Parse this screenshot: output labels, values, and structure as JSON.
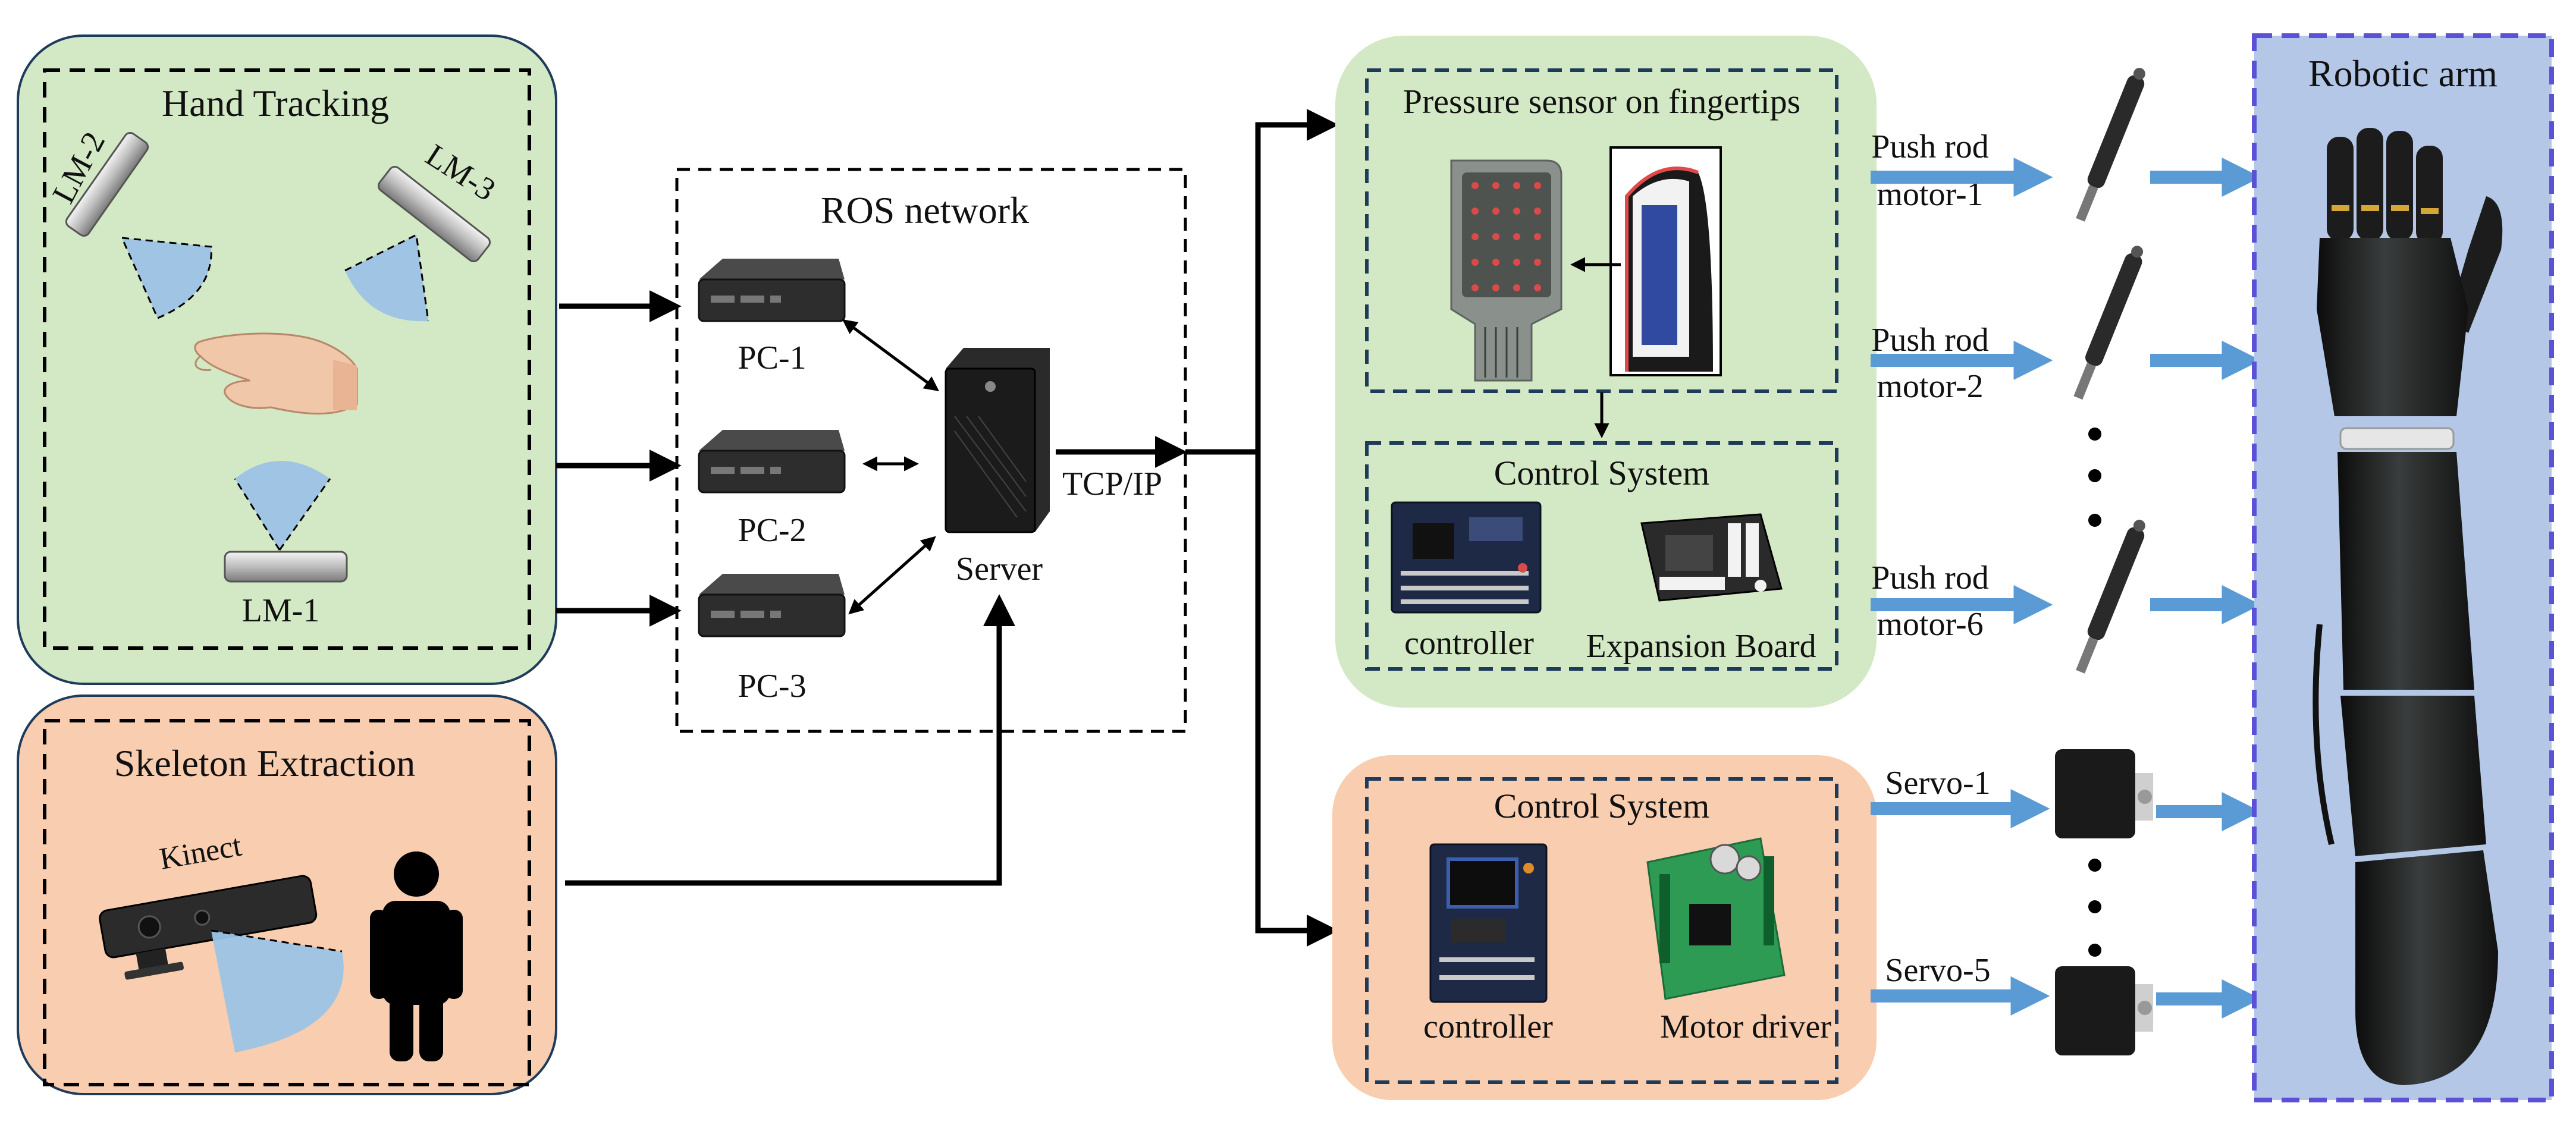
{
  "hand_tracking": {
    "title": "Hand Tracking",
    "sensors": [
      "LM-1",
      "LM-2",
      "LM-3"
    ]
  },
  "skeleton_extraction": {
    "title": "Skeleton Extraction",
    "kinect_label": "Kinect"
  },
  "ros_network": {
    "title": "ROS network",
    "pcs": [
      "PC-1",
      "PC-2",
      "PC-3"
    ],
    "server_label": "Server",
    "protocol_label": "TCP/IP"
  },
  "hand_control": {
    "pressure_title": "Pressure sensor on fingertips",
    "control_title": "Control System",
    "controller_label": "controller",
    "board_label": "Expansion Board"
  },
  "arm_control": {
    "control_title": "Control System",
    "controller_label": "controller",
    "driver_label": "Motor driver"
  },
  "actuators": {
    "push_rods": [
      {
        "line1": "Push rod",
        "line2": "motor-1"
      },
      {
        "line1": "Push rod",
        "line2": "motor-2"
      },
      {
        "line1": "Push rod",
        "line2": "motor-6"
      }
    ],
    "servos": [
      "Servo-1",
      "Servo-5"
    ]
  },
  "robotic_arm": {
    "title": "Robotic arm"
  },
  "colors": {
    "green_panel": "#d3e8c4",
    "peach_panel": "#f8cdb0",
    "arm_panel": "#b4c7e7",
    "arrow_blue": "#5b9bd5",
    "beam_blue": "#9dc3e6",
    "dashed_blue": "#5b50d6"
  }
}
